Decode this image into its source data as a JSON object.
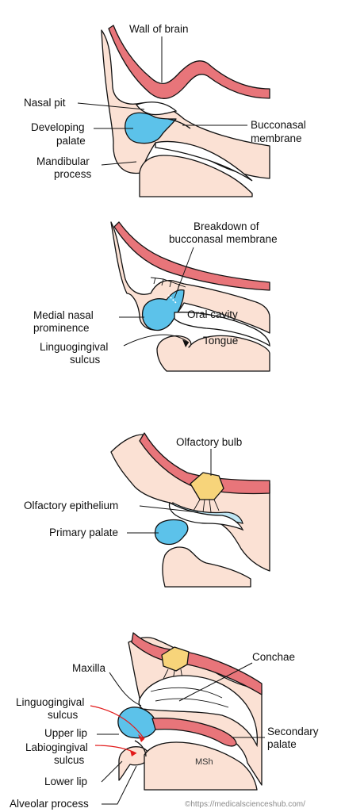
{
  "colors": {
    "skin": "#fbe1d4",
    "brain": "#e8757a",
    "palate_blue": "#5cc2ea",
    "epithelium_blue": "#bfe6f4",
    "olfactory_yellow": "#f7d47a",
    "arrow_red": "#e21b1b"
  },
  "panel1": {
    "wall_of_brain": "Wall of brain",
    "nasal_pit": "Nasal pit",
    "developing_palate_1": "Developing",
    "developing_palate_2": "palate",
    "bucconasal_1": "Bucconasal",
    "bucconasal_2": "membrane",
    "mandibular_1": "Mandibular",
    "mandibular_2": "process"
  },
  "panel2": {
    "breakdown_1": "Breakdown of",
    "breakdown_2": "bucconasal membrane",
    "medial_nasal_1": "Medial nasal",
    "medial_nasal_2": "prominence",
    "oral_cavity": "Oral cavity",
    "linguogingival_1": "Linguogingival",
    "linguogingival_2": "sulcus",
    "tongue": "Tongue"
  },
  "panel3": {
    "olfactory_bulb": "Olfactory bulb",
    "olfactory_epithelium": "Olfactory epithelium",
    "primary_palate": "Primary palate"
  },
  "panel4": {
    "maxilla": "Maxilla",
    "conchae": "Conchae",
    "linguogingival_1": "Linguogingival",
    "linguogingival_2": "sulcus",
    "upper_lip": "Upper lip",
    "labiogingival_1": "Labiogingival",
    "labiogingival_2": "sulcus",
    "secondary_palate_1": "Secondary",
    "secondary_palate_2": "palate",
    "lower_lip": "Lower lip",
    "alveolar_process": "Alveolar process",
    "signature": "MSh"
  },
  "watermark": "©https://medicalscienceshub.com/"
}
